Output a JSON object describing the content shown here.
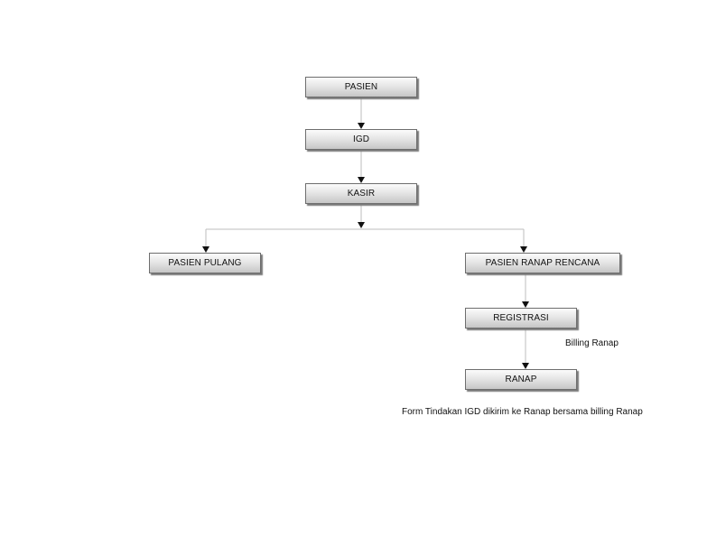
{
  "nodes": {
    "pasien": "PASIEN",
    "igd": "IGD",
    "kasir": "KASIR",
    "pasien_pulang": "PASIEN PULANG",
    "pasien_ranap_rencana": "PASIEN RANAP RENCANA",
    "registrasi": "REGISTRASI",
    "ranap": "RANAP"
  },
  "notes": {
    "billing_ranap": "Billing Ranap",
    "form_tindakan": "Form Tindakan IGD dikirim ke Ranap bersama billing Ranap"
  },
  "colors": {
    "connector": "#bdbdbd",
    "arrowhead": "#111111"
  }
}
